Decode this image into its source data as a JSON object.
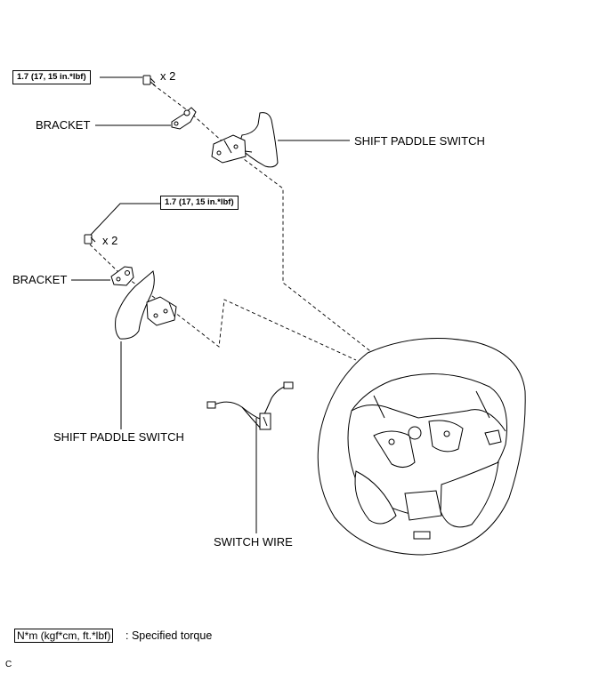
{
  "labels": {
    "torque_top": "1.7 (17, 15 in.*lbf)",
    "torque_mid": "1.7 (17, 15 in.*lbf)",
    "qty_top": "x 2",
    "qty_mid": "x 2",
    "bracket_top": "BRACKET",
    "bracket_left": "BRACKET",
    "shift_paddle_right": "SHIFT PADDLE SWITCH",
    "shift_paddle_left": "SHIFT PADDLE SWITCH",
    "switch_wire": "SWITCH WIRE"
  },
  "legend": {
    "unit": "N*m (kgf*cm, ft.*lbf)",
    "description": ": Specified torque"
  },
  "corner_code": "C"
}
